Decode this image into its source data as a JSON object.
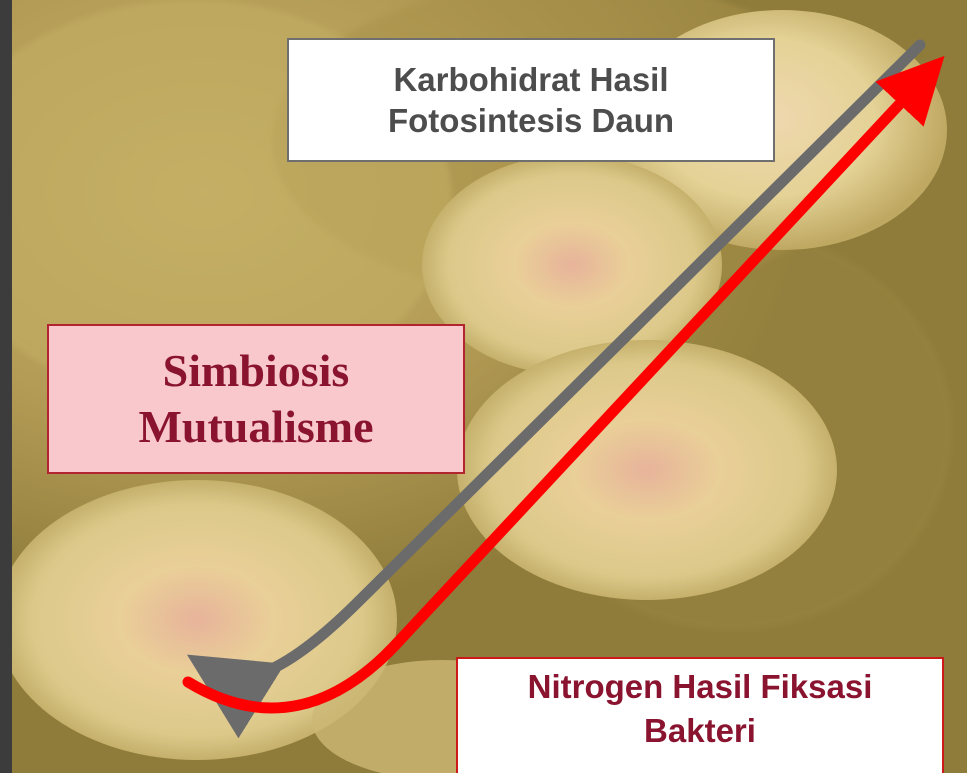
{
  "labels": {
    "karbohidrat": "Karbohidrat Hasil Fotosintesis Daun",
    "simbiosis": "Simbiosis Mutualisme",
    "nitrogen": "Nitrogen Hasil Fiksasi Bakteri"
  },
  "colors": {
    "gray_arrow": "#6b6b6b",
    "red_arrow": "#ff0000",
    "simbiosis_fill": "#f8c8cc",
    "simbiosis_text": "#8a1430",
    "nitrogen_border": "#cc1a1a"
  },
  "image": {
    "subject": "root-nodules-photo"
  }
}
